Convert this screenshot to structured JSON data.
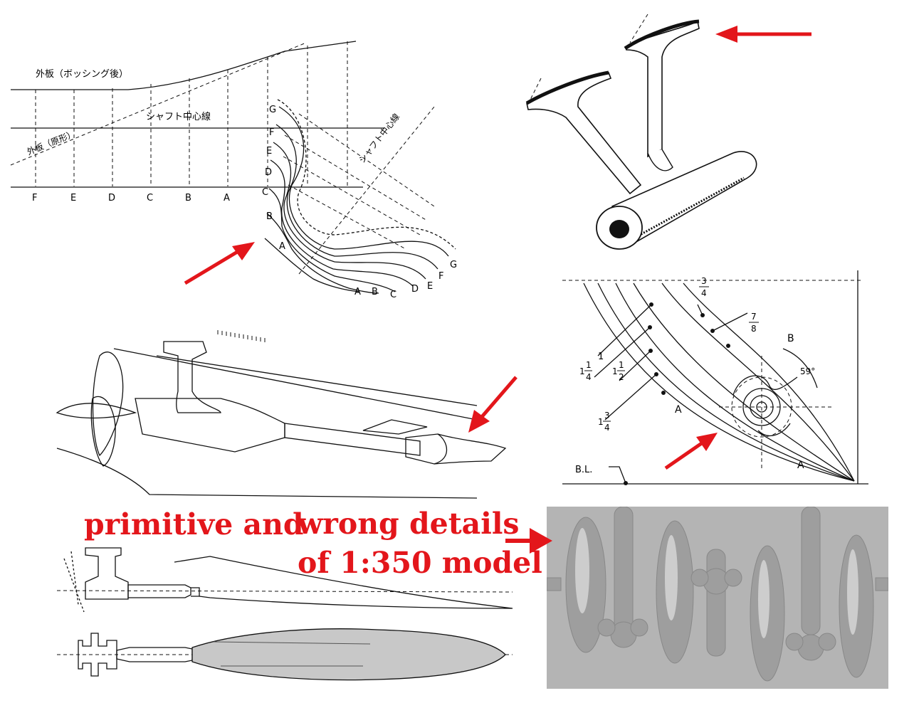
{
  "panel_top_left": {
    "label_outer_plate_after": "外板（ボッシング後）",
    "label_outer_plate_original": "外板（原形）",
    "label_shaft_center": "シャフト中心線",
    "label_shaft_center_right": "シャフト中心線",
    "stations_bottom": [
      "F",
      "E",
      "D",
      "C",
      "B",
      "A"
    ],
    "stations_left": [
      "G",
      "F",
      "E",
      "D",
      "C",
      "B",
      "A"
    ],
    "stations_right": [
      "A",
      "B",
      "C",
      "D",
      "E",
      "F",
      "G"
    ]
  },
  "panel_bottom_right_drawing": {
    "fraction_3_4": [
      "3",
      "4"
    ],
    "fraction_7_8": [
      "7",
      "8"
    ],
    "label_1": "1",
    "label_1_1_4": [
      "1",
      "1",
      "4"
    ],
    "label_1_1_2": [
      "1",
      "1",
      "2"
    ],
    "label_1_3_4": [
      "1",
      "3",
      "4"
    ],
    "label_B": "B",
    "label_A_left": "A",
    "label_A_right": "A",
    "label_angle": "59°",
    "label_baseline": "B.L."
  },
  "caption": {
    "line1_left": "primitive and",
    "line1_right": "wrong details",
    "line2": "of 1:350 model"
  },
  "colors": {
    "arrow": "#e3161b",
    "photo_bg": "#b4b4b4",
    "profile_fill": "#c8c8c8"
  }
}
